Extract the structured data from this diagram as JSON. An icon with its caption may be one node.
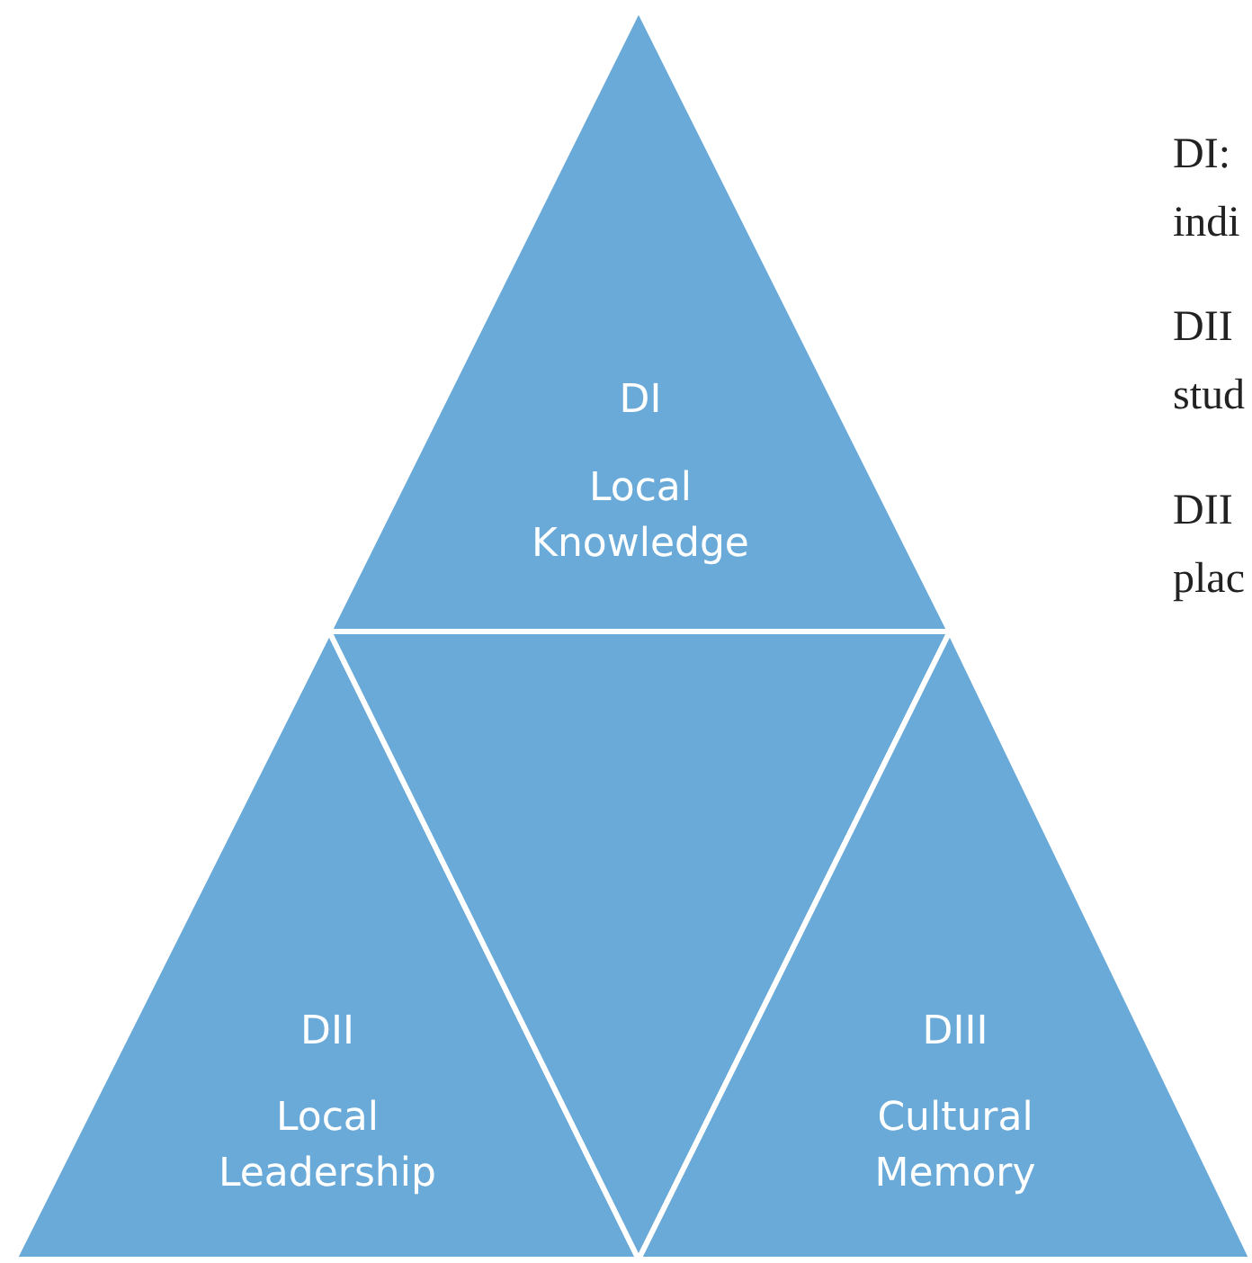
{
  "diagram": {
    "nodes": [
      {
        "text": [
          "DI",
          "Local Knowledge"
        ]
      },
      {
        "text": [
          "DII",
          "Local Leadership"
        ]
      },
      {
        "text": [],
        "shape": "triangle"
      },
      {
        "text": [
          "DIII",
          "Cultural Memory"
        ]
      }
    ],
    "labels": [
      "DI: indi",
      "DII stud",
      "DII plac"
    ]
  }
}
